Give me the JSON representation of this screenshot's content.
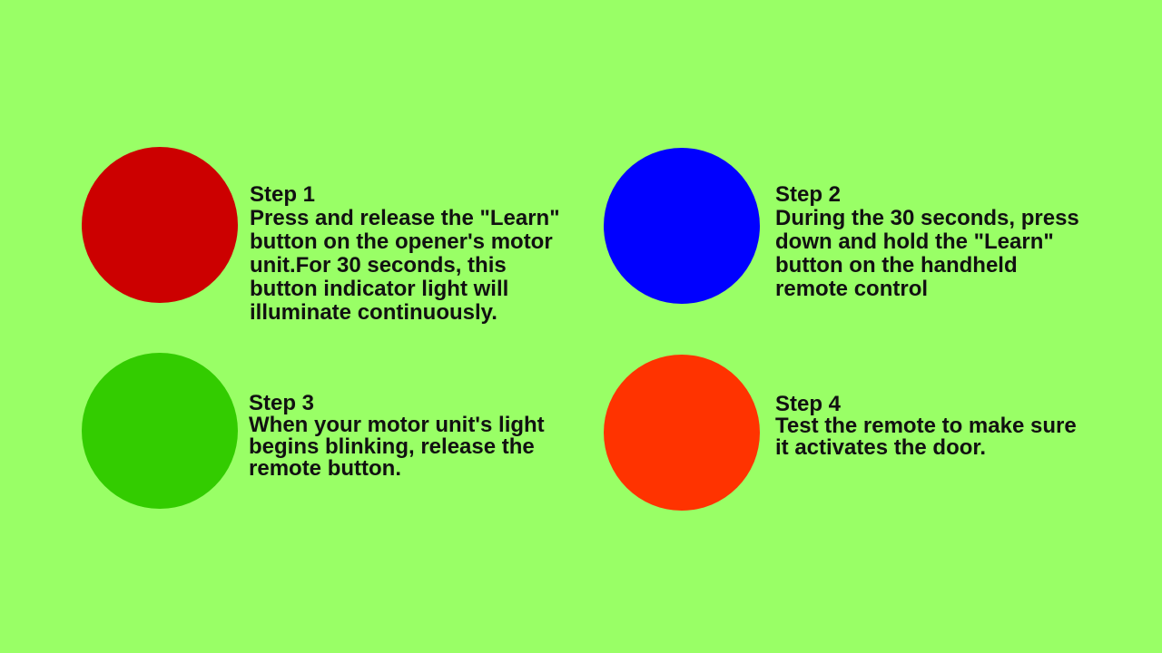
{
  "background_color": "#99ff66",
  "steps": [
    {
      "title": "Step 1",
      "body": "Press and release the \"Learn\"\nbutton on the opener's motor\nunit.For 30 seconds, this\nbutton indicator light will\nilluminate continuously.",
      "color": "#cc0000"
    },
    {
      "title": "Step 2",
      "body": "During the 30 seconds, press\ndown and hold the \"Learn\"\nbutton on the handheld\nremote control",
      "color": "#0000ff"
    },
    {
      "title": "Step 3",
      "body": "When your motor unit's light\nbegins blinking, release the\nremote button.",
      "color": "#33cc00"
    },
    {
      "title": "Step 4",
      "body": "Test the remote to make sure\nit activates the door.",
      "color": "#ff3300"
    }
  ]
}
